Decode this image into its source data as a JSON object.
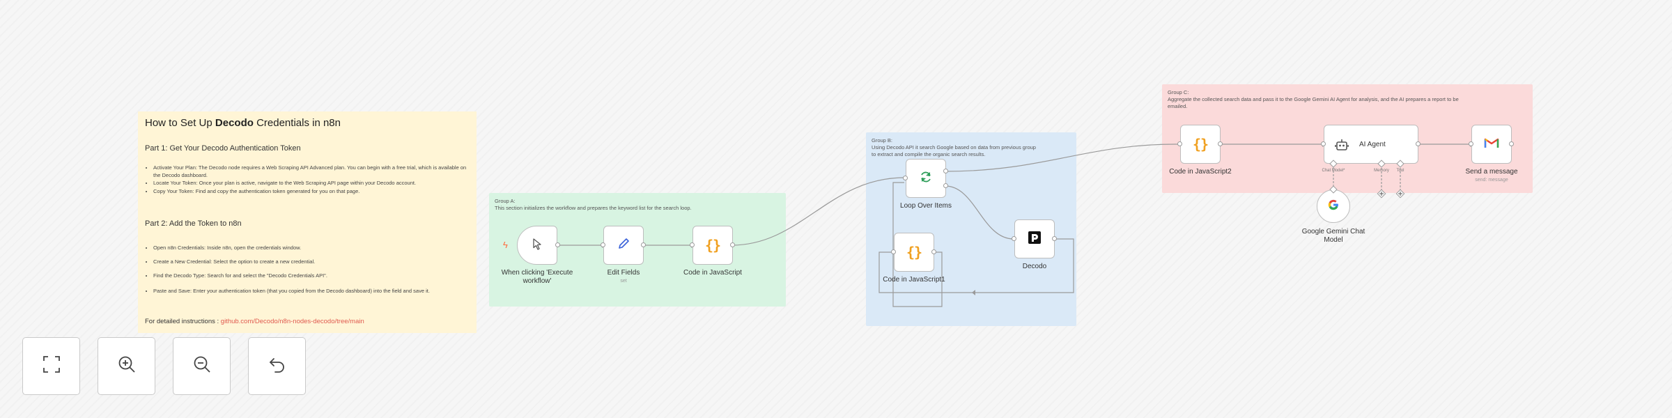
{
  "sticky_note": {
    "title_prefix": "How to Set Up ",
    "title_brand": "Decodo",
    "title_suffix": " Credentials in n8n",
    "part1_heading": "Part 1: Get Your Decodo Authentication Token",
    "part1_items": [
      "Activate Your Plan: The Decodo node requires a Web Scraping API Advanced plan. You can begin with a free trial, which is available on the Decodo dashboard.",
      "Locate Your Token: Once your plan is active, navigate to the Web Scraping API page within your Decodo account.",
      "Copy Your Token: Find and copy the authentication token generated for you on that page."
    ],
    "part2_heading": "Part 2: Add the Token to n8n",
    "part2_items": [
      "Open n8n Credentials: Inside n8n, open the credentials window.",
      "Create a New Credential: Select the option to create a new credential.",
      "Find the Decodo Type: Search for and select the \"Decodo Credentials API\".",
      "Paste and Save: Enter your authentication token (that you copied from the Decodo dashboard) into the field and save it."
    ],
    "instructions_label": "For detailed instructions : ",
    "instructions_link": "github.com/Decodo/n8n-nodes-decodo/tree/main"
  },
  "groups": {
    "group_a": "Group A:\nThis section initializes the workflow and prepares the keyword list for the search loop.",
    "group_b": "Group B:\nUsing Decodo API it search Google based on data from previous group\nto extract and compile the organic search results.",
    "group_c": "Group C:\nAggregate the collected search data and pass it to the Google Gemini AI Agent for analysis, and the AI prepares a report to be\nemailed."
  },
  "nodes": {
    "trigger": {
      "label": "When clicking 'Execute\nworkflow'",
      "icon": "cursor-icon"
    },
    "edit_fields": {
      "label": "Edit Fields",
      "sub": "set"
    },
    "code_js": {
      "label": "Code in JavaScript"
    },
    "loop": {
      "label": "Loop Over Items"
    },
    "code_js1": {
      "label": "Code in JavaScript1"
    },
    "decodo": {
      "label": "Decodo"
    },
    "code_js2": {
      "label": "Code in JavaScript2"
    },
    "ai_agent": {
      "label": "AI Agent",
      "port_labels": [
        "Chat Model*",
        "Memory",
        "Tool"
      ]
    },
    "send_message": {
      "label": "Send a message",
      "sub": "send: message"
    },
    "gemini": {
      "label": "Google Gemini Chat\nModel"
    }
  },
  "controls": [
    {
      "name": "fit-view-button",
      "icon": "fit-view-icon"
    },
    {
      "name": "zoom-in-button",
      "icon": "zoom-in-icon"
    },
    {
      "name": "zoom-out-button",
      "icon": "zoom-out-icon"
    },
    {
      "name": "undo-button",
      "icon": "undo-icon"
    }
  ],
  "colors": {
    "accent_orange": "#f0a020",
    "link": "#e05a4f",
    "gmail_red": "#ea4335"
  }
}
